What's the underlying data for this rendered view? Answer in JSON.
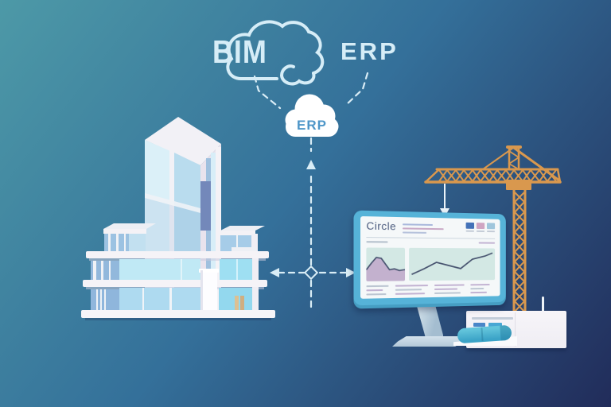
{
  "labels": {
    "bim": "BIM",
    "erp_system": "ERP",
    "erp_cloud": "ERP"
  },
  "monitor": {
    "logo": "Circle"
  },
  "colors": {
    "bg_start": "#4d99a7",
    "bg_mid": "#34709a",
    "bg_end": "#212c5a",
    "label": "#d6edf7",
    "connector": "#d9edf6",
    "cloud_fill": "#ffffff",
    "cloud_text": "#4e96c8",
    "crane": "#d9984e",
    "monitor_frame": "#56b3d8",
    "screen": "#f5f8f9",
    "panel_mint": "#d3e8e4",
    "area_mauve": "#bfa7ca",
    "chart_line": "#47536f",
    "chip_blue": "#4472b8",
    "chip_pink": "#cfa5c2",
    "chip_sky": "#9fc6dc"
  },
  "icons": {
    "bim_cloud_outline": "cloud-outline",
    "erp_cloud_badge": "cloud",
    "sync_connector": "dashed-bidirectional-arrows",
    "crane_hook": "down-arrow",
    "building": "office-building",
    "tower_crane": "tower-crane",
    "workstation": "desktop-monitor-dashboard",
    "plotter": "printer-with-paper-roll"
  }
}
